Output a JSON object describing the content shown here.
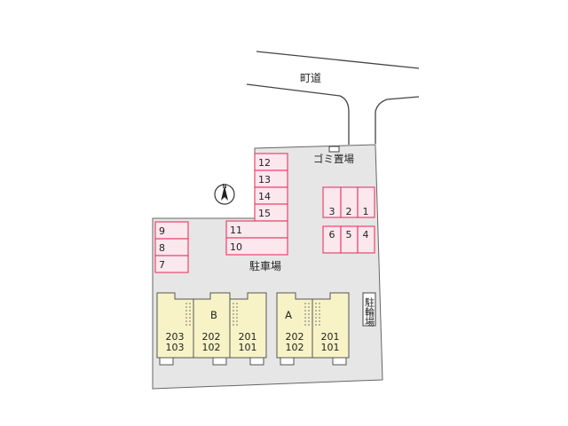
{
  "road_label": "町道",
  "garbage_label": "ゴミ置場",
  "parking_label": "駐車場",
  "bicycle_label": "駐輪場",
  "compass_label": "N",
  "buildings": [
    {
      "label": "B",
      "units": [
        {
          "upper": "203",
          "lower": "103"
        },
        {
          "upper": "202",
          "lower": "102"
        },
        {
          "upper": "201",
          "lower": "101"
        }
      ]
    },
    {
      "label": "A",
      "units": [
        {
          "upper": "202",
          "lower": "102"
        },
        {
          "upper": "201",
          "lower": "101"
        }
      ]
    }
  ],
  "parking_spaces": {
    "upper_column": [
      "12",
      "13",
      "14",
      "15"
    ],
    "middle_rows": [
      "11",
      "10"
    ],
    "left_column": [
      "9",
      "8",
      "7"
    ],
    "right_top": [
      "3",
      "2",
      "1"
    ],
    "right_bottom": [
      "6",
      "5",
      "4"
    ]
  },
  "colors": {
    "lot": "#e6e6e6",
    "parking_fill": "#fbe7ee",
    "parking_border": "#e8456f",
    "building_fill": "#f7f3c6",
    "outline": "#555555"
  }
}
